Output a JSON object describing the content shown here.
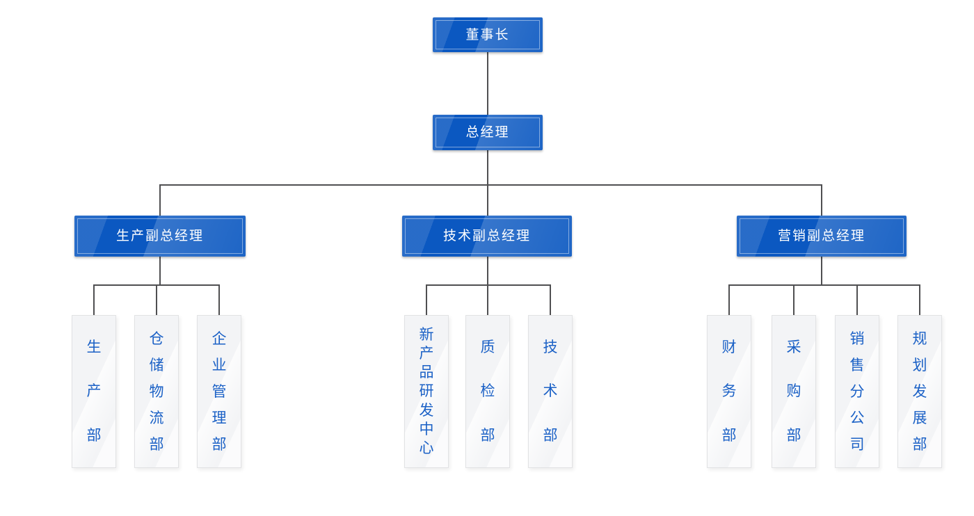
{
  "colors": {
    "node_blue": "#0b58c1",
    "node_blue_highlight": "#2e7ad8",
    "node_text": "#ffffff",
    "connector_line": "#4f4f51",
    "dept_background": "#f3f4f6",
    "dept_border": "#e1e2e4",
    "dept_text": "#1b61c6"
  },
  "org": {
    "chairman": {
      "label": "董事长"
    },
    "general_manager": {
      "label": "总经理"
    },
    "branches": [
      {
        "label": "生产副总经理",
        "departments": [
          {
            "label": "生产部"
          },
          {
            "label": "仓储物流部"
          },
          {
            "label": "企业管理部"
          }
        ]
      },
      {
        "label": "技术副总经理",
        "departments": [
          {
            "label": "新产品研发中心"
          },
          {
            "label": "质检部"
          },
          {
            "label": "技术部"
          }
        ]
      },
      {
        "label": "营销副总经理",
        "departments": [
          {
            "label": "财务部"
          },
          {
            "label": "采购部"
          },
          {
            "label": "销售分公司"
          },
          {
            "label": "规划发展部"
          }
        ]
      }
    ]
  }
}
